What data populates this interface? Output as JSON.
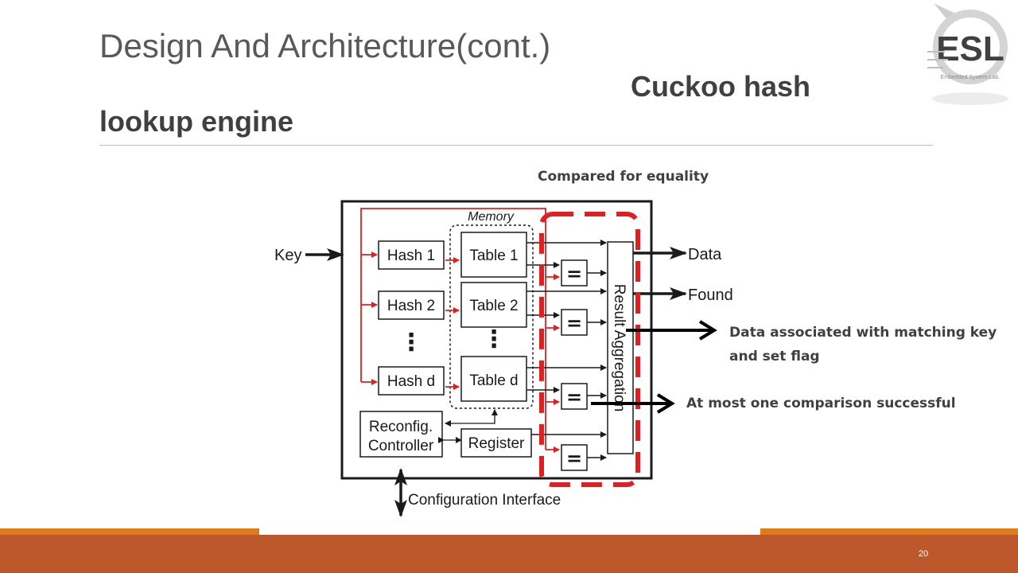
{
  "slide": {
    "title_line1": "Design And Architecture(cont.)",
    "title_subtitle": "Cuckoo hash",
    "title_line2": "lookup engine",
    "page_number": "20"
  },
  "logo": {
    "text": "ESL",
    "tagline": "Embedded System Lab."
  },
  "diagram": {
    "memory_label": "Memory",
    "key_label": "Key",
    "hash_blocks": [
      "Hash 1",
      "Hash 2",
      "Hash d"
    ],
    "table_blocks": [
      "Table 1",
      "Table 2",
      "Table d"
    ],
    "equal_symbol": "=",
    "result_aggregation": "Result Aggregation",
    "reconfig_controller": [
      "Reconfig.",
      "Controller"
    ],
    "register": "Register",
    "configuration_interface": "Configuration Interface",
    "outputs": [
      "Data",
      "Found"
    ],
    "ellipsis": "⋮"
  },
  "annotations": {
    "compared": "Compared for equality",
    "data_assoc_line1": "Data associated with matching key",
    "data_assoc_line2": "and  set flag",
    "at_most_one": "At most one comparison successful"
  },
  "colors": {
    "accent_orange": "#e07b1a",
    "footer": "#bd582c",
    "highlight_red": "#e02020"
  }
}
